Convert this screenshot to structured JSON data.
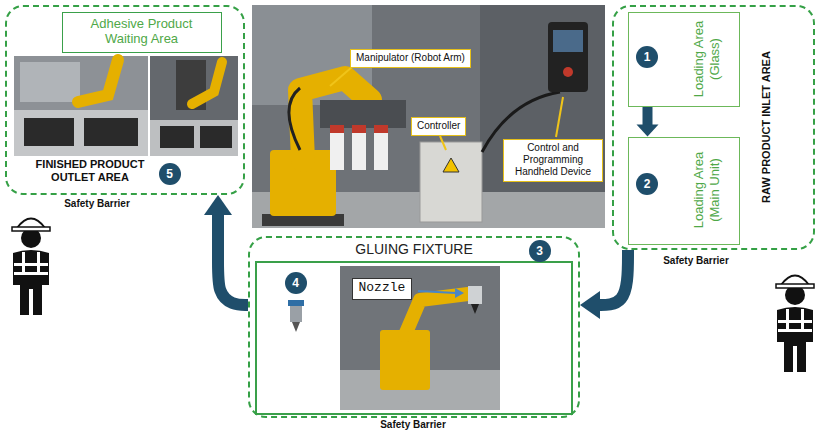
{
  "diagram": {
    "nodes": [
      {
        "text": [
          "FINISHED PRODUCT OUTLET AREA",
          "Safety Barrier"
        ]
      },
      {
        "text": [
          "Adhesive Product Waiting Area"
        ],
        "in": 0
      },
      {
        "text": [
          "5"
        ],
        "in": 0
      },
      {
        "text": [
          "Manipulator (Robot Arm)"
        ]
      },
      {
        "text": [
          "Controller"
        ]
      },
      {
        "text": [
          "Control and Programming Handheld Device"
        ]
      },
      {
        "text": [
          "RAW PRODUCT INLET AREA",
          "Safety Barrier"
        ]
      },
      {
        "text": [
          "Loading Area (Glass)"
        ],
        "in": 6
      },
      {
        "text": [
          "1"
        ],
        "in": 7
      },
      {
        "text": [
          "Loading Area (Main Unit)"
        ],
        "in": 6
      },
      {
        "text": [
          "2"
        ],
        "in": 9
      },
      {
        "text": [
          "GLUING FIXTURE",
          "Safety Barrier"
        ]
      },
      {
        "text": [
          "3"
        ],
        "in": 11
      },
      {
        "text": [
          "4"
        ],
        "in": 11
      },
      {
        "text": [
          "Nozzle"
        ],
        "in": 11
      }
    ],
    "edges": [
      {
        "from": 6,
        "to": 11,
        "arrow": "to"
      },
      {
        "from": 11,
        "to": 0,
        "arrow": "to"
      },
      {
        "from": 7,
        "to": 9,
        "arrow": "to"
      }
    ]
  }
}
